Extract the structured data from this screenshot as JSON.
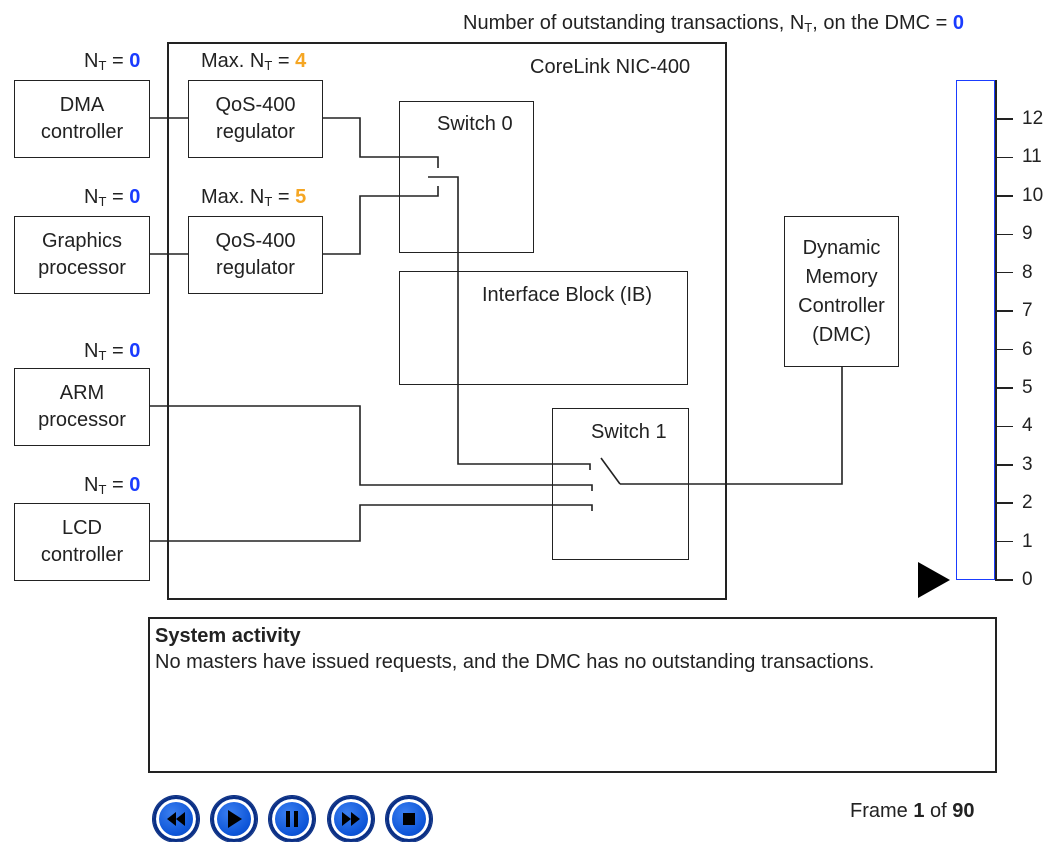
{
  "header": {
    "dmc_label_prefix": "Number of outstanding transactions, N",
    "dmc_label_sub": "T",
    "dmc_label_suffix": ", on the DMC = ",
    "dmc_value": "0"
  },
  "nic": {
    "title": "CoreLink NIC-400"
  },
  "masters": [
    {
      "name_line1": "DMA",
      "name_line2": "controller",
      "nt_prefix": "N",
      "nt_sub": "T",
      "nt_eq": " = ",
      "nt_value": "0"
    },
    {
      "name_line1": "Graphics",
      "name_line2": "processor",
      "nt_prefix": "N",
      "nt_sub": "T",
      "nt_eq": " = ",
      "nt_value": "0"
    },
    {
      "name_line1": "ARM",
      "name_line2": "processor",
      "nt_prefix": "N",
      "nt_sub": "T",
      "nt_eq": " = ",
      "nt_value": "0"
    },
    {
      "name_line1": "LCD",
      "name_line2": "controller",
      "nt_prefix": "N",
      "nt_sub": "T",
      "nt_eq": " = ",
      "nt_value": "0"
    }
  ],
  "regulators": [
    {
      "line1": "QoS-400",
      "line2": "regulator",
      "max_prefix": "Max. N",
      "max_sub": "T",
      "max_eq": " = ",
      "max_value": "4"
    },
    {
      "line1": "QoS-400",
      "line2": "regulator",
      "max_prefix": "Max. N",
      "max_sub": "T",
      "max_eq": " = ",
      "max_value": "5"
    }
  ],
  "switch0": {
    "label": "Switch 0"
  },
  "switch1": {
    "label": "Switch 1"
  },
  "interface_block": {
    "label": "Interface Block (IB)"
  },
  "dmc": {
    "line1": "Dynamic",
    "line2": "Memory",
    "line3": "Controller",
    "line4": "(DMC)"
  },
  "gauge": {
    "ticks": [
      "12",
      "11",
      "10",
      "9",
      "8",
      "7",
      "6",
      "5",
      "4",
      "3",
      "2",
      "1",
      "0"
    ],
    "current_level": 0,
    "max_level": 12,
    "color": "#1a3cff"
  },
  "activity": {
    "title": "System activity",
    "text": "No masters have issued requests, and the DMC has no outstanding transactions."
  },
  "controls": [
    {
      "name": "rewind-button",
      "icon": "rewind-icon"
    },
    {
      "name": "play-button",
      "icon": "play-icon"
    },
    {
      "name": "pause-button",
      "icon": "pause-icon"
    },
    {
      "name": "fast-forward-button",
      "icon": "fast-forward-icon"
    },
    {
      "name": "stop-button",
      "icon": "stop-icon"
    }
  ],
  "frame": {
    "prefix": "Frame ",
    "current": "1",
    "of": " of ",
    "total": "90"
  },
  "colors": {
    "value_blue": "#1a3cff",
    "max_orange": "#f5a623",
    "button_blue": "#0d55d8"
  }
}
